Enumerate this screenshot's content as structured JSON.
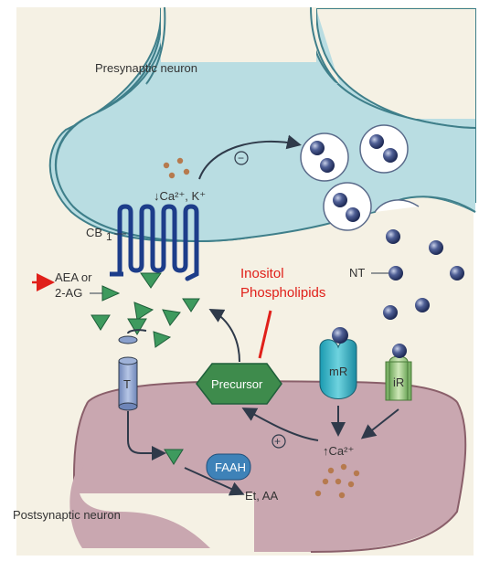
{
  "labels": {
    "presynaptic": "Presynaptic neuron",
    "postsynaptic": "Postsynaptic neuron",
    "ca_k": "↓Ca²⁺, K⁺",
    "inhibit": "−",
    "cb1": "CB",
    "cb1_sub": "1",
    "aea": "AEA or",
    "two_ag": "2-AG",
    "nt": "NT",
    "inositol_1": "Inositol",
    "inositol_2": "Phospholipids",
    "transporter": "T",
    "precursor": "Precursor",
    "mr": "mR",
    "ir": "iR",
    "plus": "+",
    "ca_up": "↑Ca²⁺",
    "faah": "FAAH",
    "products": "Et, AA"
  },
  "colors": {
    "background": "#f5f1e4",
    "presynaptic": "#b9dde2",
    "postsynaptic": "#c9a7b0",
    "receptor": "#1d3d8a",
    "ligand": "#2e8b57",
    "precursor": "#3e8b4c",
    "annotation": "#e0201a"
  }
}
